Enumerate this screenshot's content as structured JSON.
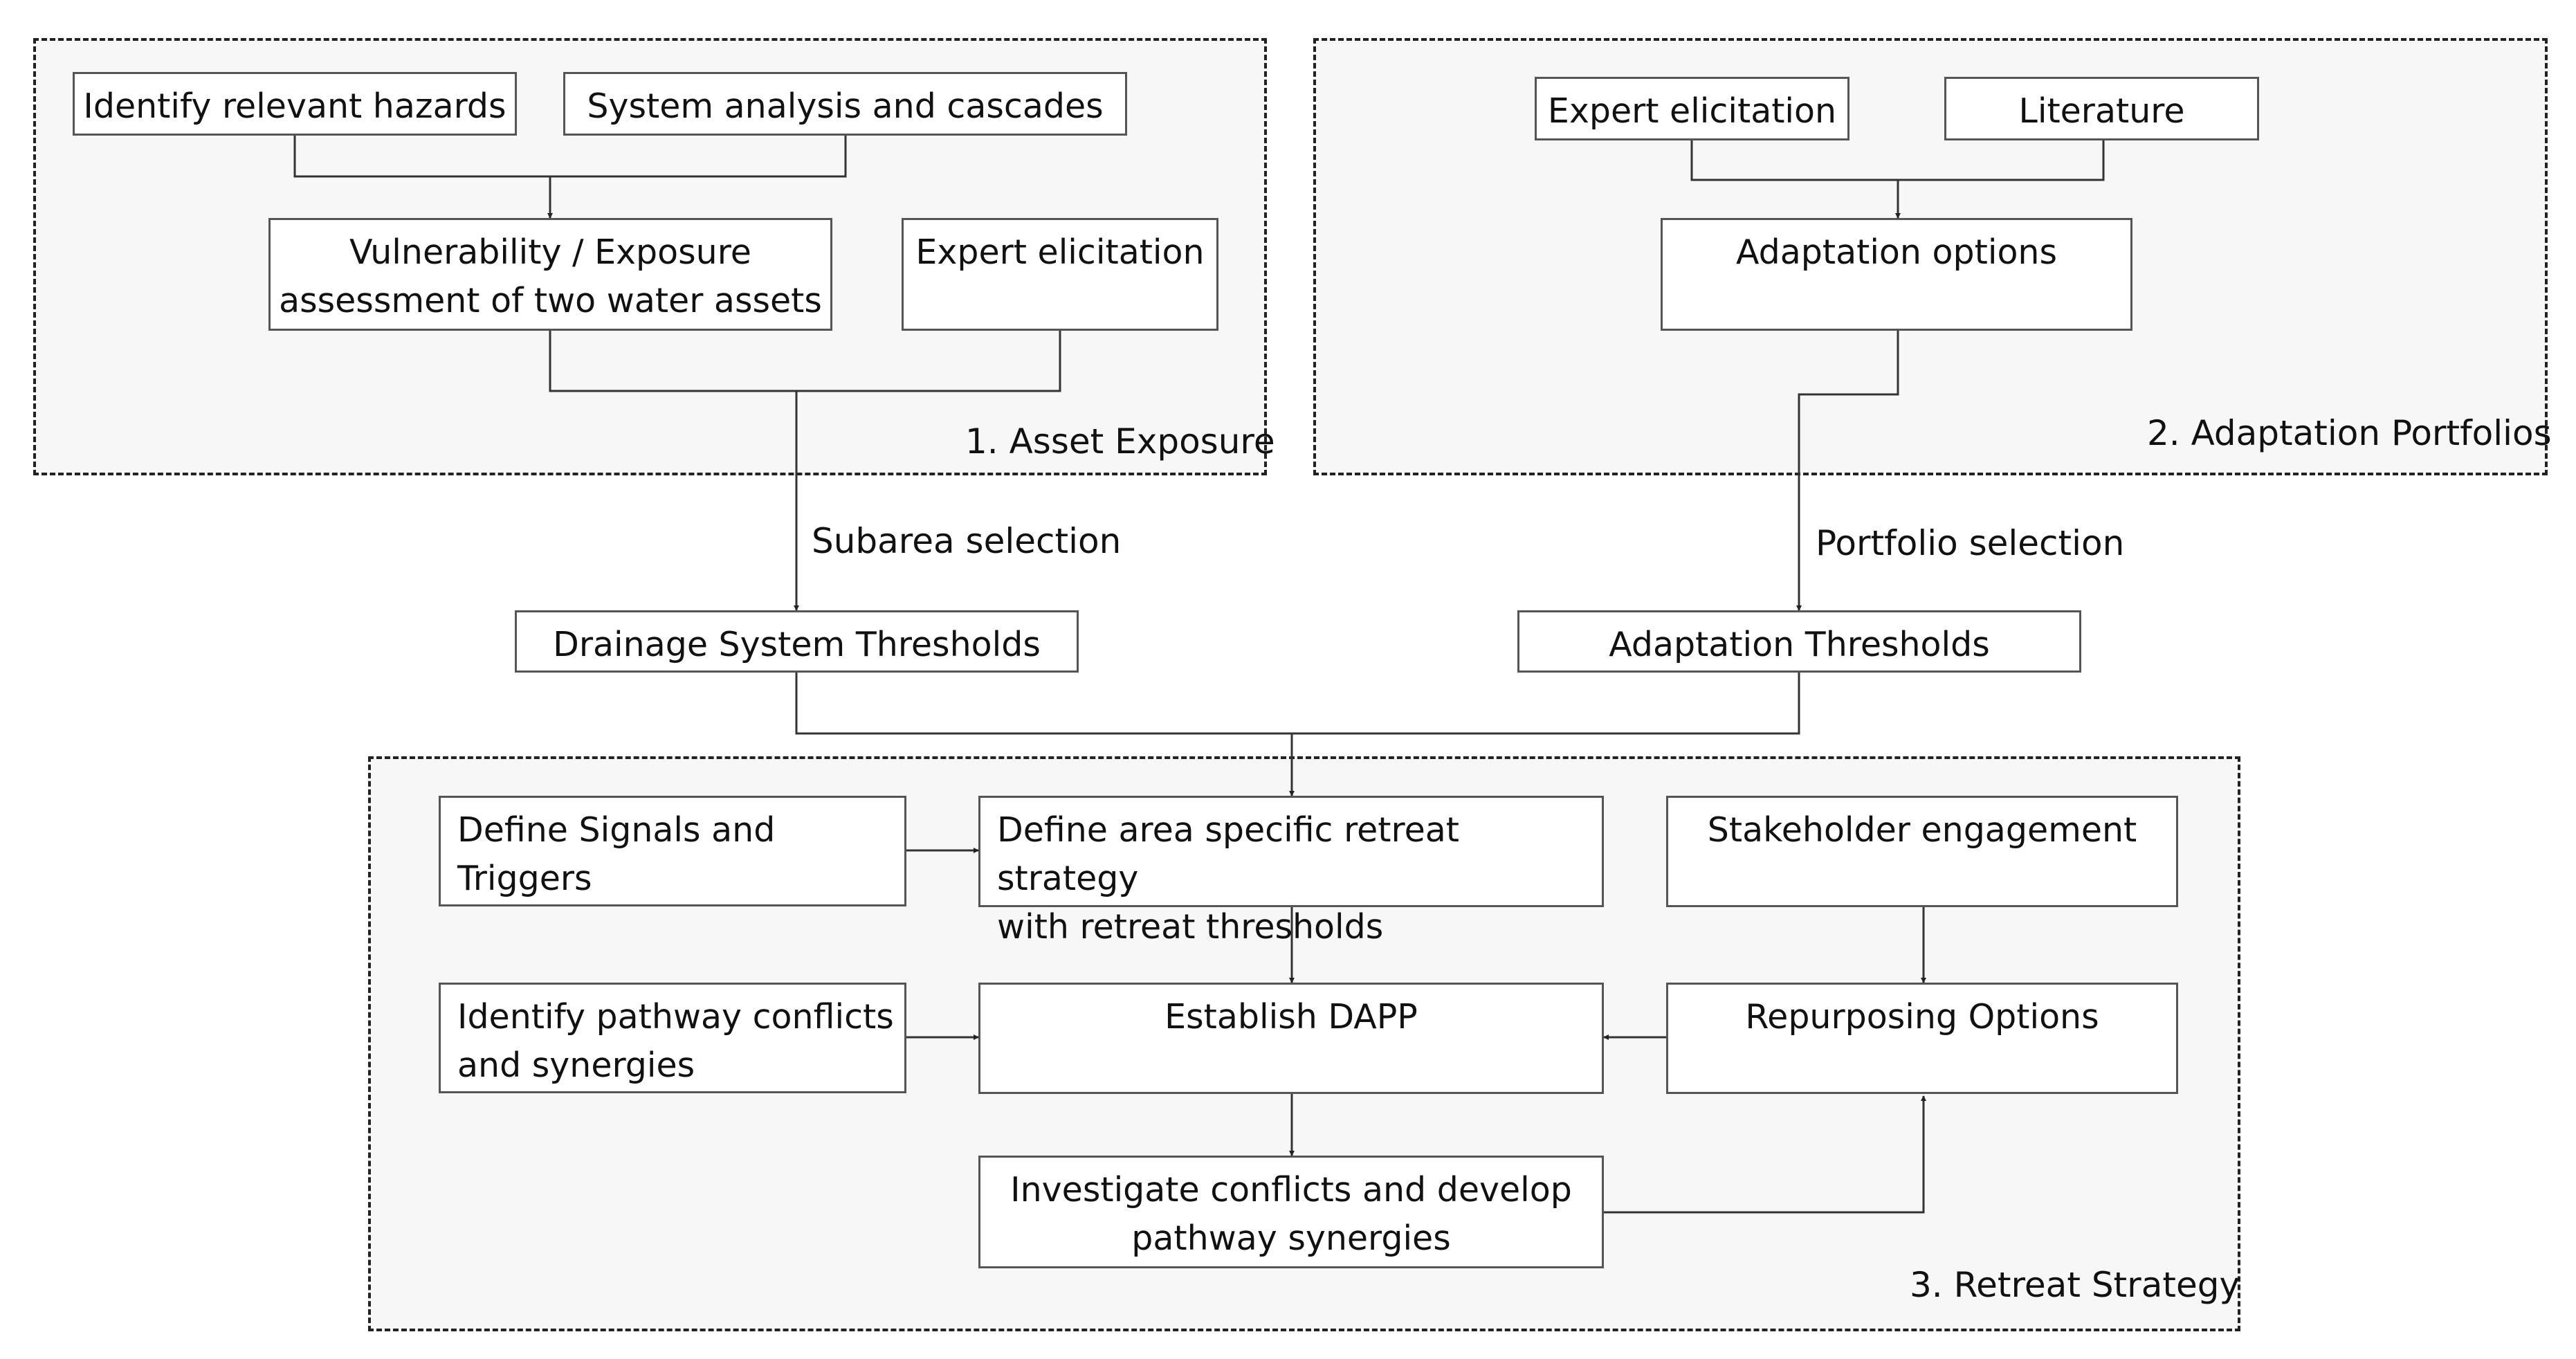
{
  "panels": {
    "asset_exposure": "1. Asset Exposure",
    "adaptation_portfolios": "2. Adaptation Portfolios",
    "retreat_strategy": "3. Retreat Strategy"
  },
  "nodes": {
    "identify_hazards": "Identify relevant hazards",
    "system_analysis": "System analysis and cascades",
    "vulnerability": [
      "Vulnerability / Exposure",
      "assessment of two water assets"
    ],
    "expert_elicitation_1": "Expert elicitation",
    "expert_elicitation_2": "Expert elicitation",
    "literature": "Literature",
    "adaptation_options": "Adaptation options",
    "drainage_thresholds": "Drainage System Thresholds",
    "adaptation_thresholds": "Adaptation Thresholds",
    "define_signals": "Define Signals and Triggers",
    "define_retreat": [
      "Define area specific retreat strategy",
      "with retreat thresholds"
    ],
    "stakeholder": "Stakeholder engagement",
    "identify_conflicts": [
      "Identify pathway conflicts",
      "and synergies"
    ],
    "establish_dapp": "Establish DAPP",
    "repurposing": "Repurposing Options",
    "investigate": [
      "Investigate conflicts and develop",
      "pathway synergies"
    ]
  },
  "edge_labels": {
    "subarea_selection": "Subarea selection",
    "portfolio_selection": "Portfolio selection"
  }
}
